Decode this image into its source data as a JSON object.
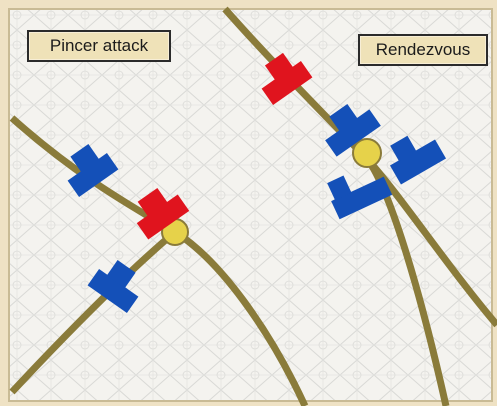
{
  "diagram": {
    "labels": {
      "left": "Pincer attack",
      "right": "Rendezvous"
    },
    "colors": {
      "frame": "#efe2c4",
      "map_background": "#f4f3ef",
      "road": "#8a7b3a",
      "friendly_unit": "#1450b8",
      "enemy_unit": "#e0141e",
      "junction": "#e6d24a",
      "label_fill": "#efe2b8"
    },
    "scenes": [
      {
        "name": "Pincer attack",
        "friendly_units": 2,
        "enemy_units": 1,
        "junction_marker": true
      },
      {
        "name": "Rendezvous",
        "friendly_units": 3,
        "enemy_units": 1,
        "junction_marker": true
      }
    ]
  }
}
